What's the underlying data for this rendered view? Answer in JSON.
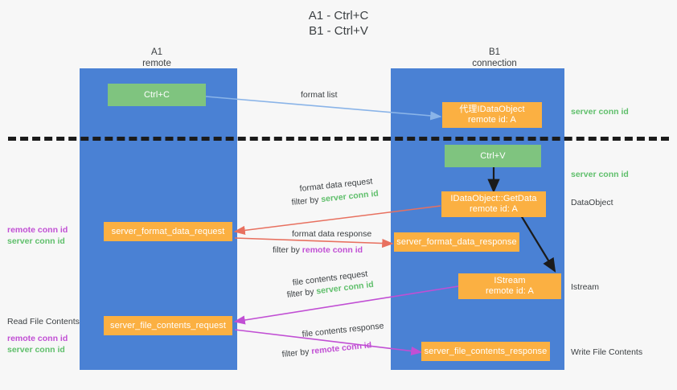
{
  "title": {
    "line1": "A1 - Ctrl+C",
    "line2": "B1 - Ctrl+V"
  },
  "columns": [
    {
      "id": "a1",
      "name": "A1",
      "role": "remote"
    },
    {
      "id": "b1",
      "name": "B1",
      "role": "connection"
    }
  ],
  "nodes": {
    "ctrl_c": {
      "label": "Ctrl+C",
      "color": "#7fc47f"
    },
    "ctrl_v": {
      "label": "Ctrl+V",
      "color": "#7fc47f"
    },
    "idataobject": {
      "label": "代理IDataObject",
      "sub": "remote id: A",
      "color": "#fbb042"
    },
    "getdata": {
      "label": "IDataObject::GetData",
      "sub": "remote id: A",
      "color": "#fbb042"
    },
    "istream": {
      "label": "IStream",
      "sub": "remote id: A",
      "color": "#fbb042"
    },
    "server_format_data_request": {
      "label": "server_format_data_request",
      "color": "#fbb042"
    },
    "server_format_data_response": {
      "label": "server_format_data_response",
      "color": "#fbb042"
    },
    "server_file_contents_request": {
      "label": "server_file_contents_request",
      "color": "#fbb042"
    },
    "server_file_contents_response": {
      "label": "server_file_contents_response",
      "color": "#fbb042"
    }
  },
  "edge_labels": {
    "format_list": "format list",
    "format_data_request": "format data request",
    "format_data_request_filter_prefix": "filter by ",
    "format_data_request_filter_key": "server conn id",
    "format_data_response": "format data response",
    "format_data_response_filter_prefix": "filter by ",
    "format_data_response_filter_key": "remote conn id",
    "file_contents_request": "file contents request",
    "file_contents_request_filter_prefix": "filter by ",
    "file_contents_request_filter_key": "server conn id",
    "file_contents_response": "file contents response",
    "file_contents_response_filter_prefix": "filter by ",
    "file_contents_response_filter_key": "remote conn id"
  },
  "right_labels": {
    "server_conn_id_top": "server conn id",
    "server_conn_id_mid": "server conn id",
    "dataobject": "DataObject",
    "istream": "Istream",
    "write_file_contents": "Write File Contents"
  },
  "left_labels": {
    "remote_conn_id_1": "remote conn id",
    "server_conn_id_1": "server conn id",
    "read_file_contents": "Read File Contents",
    "remote_conn_id_2": "remote conn id",
    "server_conn_id_2": "server conn id"
  },
  "colors": {
    "lane": "#4a81d4",
    "green_node": "#7fc47f",
    "orange_node": "#fbb042",
    "green_text": "#5fbf6b",
    "purple_text": "#c14fd4",
    "blue_arrow": "#8ab4e8",
    "red_arrow": "#e8705f",
    "black_arrow": "#1b1b1b",
    "magenta_arrow": "#c14fd4",
    "background": "#f7f7f7"
  }
}
